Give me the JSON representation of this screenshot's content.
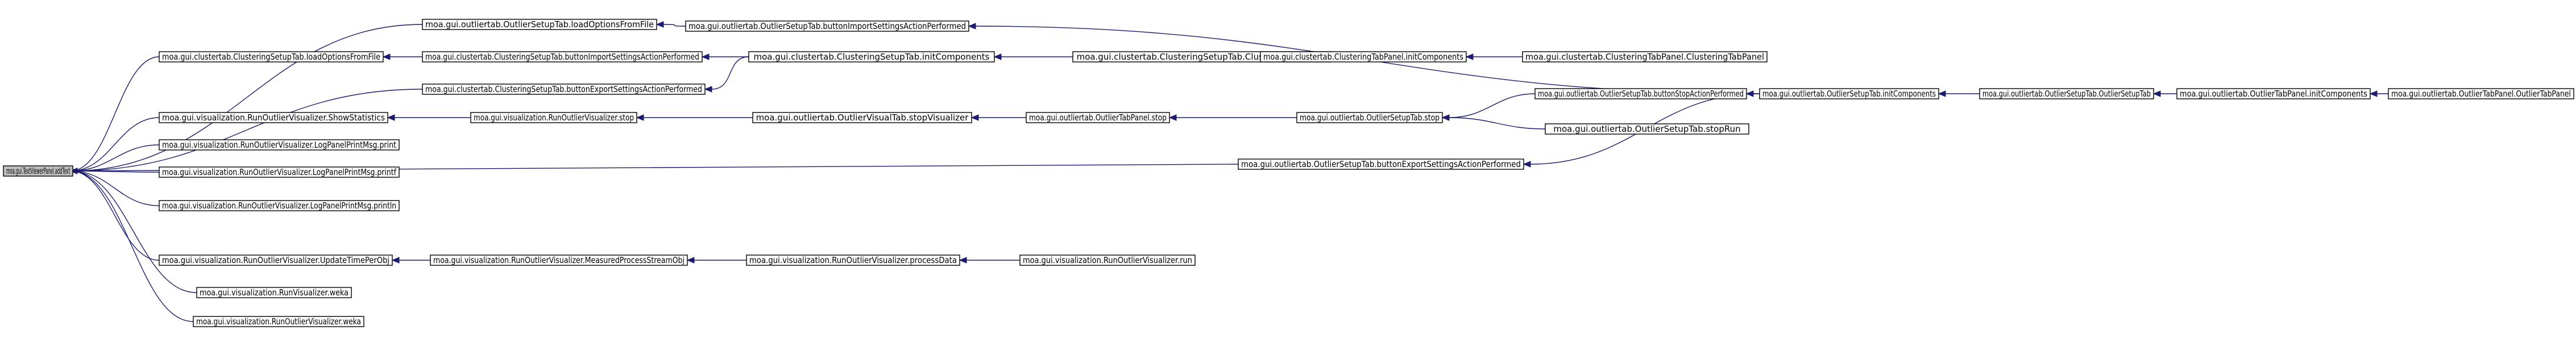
{
  "diagram": {
    "type": "call-graph",
    "nodes": [
      {
        "id": "n0",
        "label": "moa.gui.TextViewerPanel.addText"
      },
      {
        "id": "n1",
        "label": "moa.gui.outliertab.OutlierSetupTab.loadOptionsFromFile"
      },
      {
        "id": "n2",
        "label": "moa.gui.clustertab.ClusteringSetupTab.loadOptionsFromFile"
      },
      {
        "id": "n3",
        "label": "moa.gui.clustertab.ClusteringSetupTab.buttonExportSettingsActionPerformed"
      },
      {
        "id": "n4",
        "label": "moa.gui.visualization.RunOutlierVisualizer.ShowStatistics"
      },
      {
        "id": "n5",
        "label": "moa.gui.visualization.RunOutlierVisualizer.LogPanelPrintMsg.print"
      },
      {
        "id": "n6",
        "label": "moa.gui.visualization.RunOutlierVisualizer.LogPanelPrintMsg.printf"
      },
      {
        "id": "n7",
        "label": "moa.gui.visualization.RunOutlierVisualizer.LogPanelPrintMsg.println"
      },
      {
        "id": "n8",
        "label": "moa.gui.outliertab.OutlierSetupTab.buttonExportSettingsActionPerformed"
      },
      {
        "id": "n9",
        "label": "moa.gui.visualization.RunOutlierVisualizer.UpdateTimePerObj"
      },
      {
        "id": "n10",
        "label": "moa.gui.visualization.RunVisualizer.weka"
      },
      {
        "id": "n11",
        "label": "moa.gui.visualization.RunOutlierVisualizer.weka"
      },
      {
        "id": "n12",
        "label": "moa.gui.outliertab.OutlierSetupTab.buttonImportSettingsActionPerformed"
      },
      {
        "id": "n13",
        "label": "moa.gui.clustertab.ClusteringSetupTab.buttonImportSettingsActionPerformed"
      },
      {
        "id": "n14",
        "label": "moa.gui.clustertab.ClusteringSetupTab.initComponents"
      },
      {
        "id": "n15",
        "label": "moa.gui.clustertab.ClusteringSetupTab.ClusteringSetupTab"
      },
      {
        "id": "n16",
        "label": "moa.gui.clustertab.ClusteringTabPanel.initComponents"
      },
      {
        "id": "n17",
        "label": "moa.gui.clustertab.ClusteringTabPanel.ClusteringTabPanel"
      },
      {
        "id": "n18",
        "label": "moa.gui.visualization.RunOutlierVisualizer.stop"
      },
      {
        "id": "n19",
        "label": "moa.gui.outliertab.OutlierVisualTab.stopVisualizer"
      },
      {
        "id": "n20",
        "label": "moa.gui.outliertab.OutlierTabPanel.stop"
      },
      {
        "id": "n21",
        "label": "moa.gui.outliertab.OutlierSetupTab.stop"
      },
      {
        "id": "n22",
        "label": "moa.gui.outliertab.OutlierSetupTab.buttonStopActionPerformed"
      },
      {
        "id": "n23",
        "label": "moa.gui.outliertab.OutlierSetupTab.stopRun"
      },
      {
        "id": "n24",
        "label": "moa.gui.outliertab.OutlierSetupTab.initComponents"
      },
      {
        "id": "n25",
        "label": "moa.gui.outliertab.OutlierSetupTab.OutlierSetupTab"
      },
      {
        "id": "n26",
        "label": "moa.gui.outliertab.OutlierTabPanel.initComponents"
      },
      {
        "id": "n27",
        "label": "moa.gui.outliertab.OutlierTabPanel.OutlierTabPanel"
      },
      {
        "id": "n28",
        "label": "moa.gui.visualization.RunOutlierVisualizer.MeasuredProcessStreamObj"
      },
      {
        "id": "n29",
        "label": "moa.gui.visualization.RunOutlierVisualizer.processData"
      },
      {
        "id": "n30",
        "label": "moa.gui.visualization.RunOutlierVisualizer.run"
      }
    ],
    "edges": [
      {
        "from": "n1",
        "to": "n0"
      },
      {
        "from": "n2",
        "to": "n0"
      },
      {
        "from": "n3",
        "to": "n0"
      },
      {
        "from": "n4",
        "to": "n0"
      },
      {
        "from": "n5",
        "to": "n0"
      },
      {
        "from": "n6",
        "to": "n0"
      },
      {
        "from": "n7",
        "to": "n0"
      },
      {
        "from": "n8",
        "to": "n0"
      },
      {
        "from": "n9",
        "to": "n0"
      },
      {
        "from": "n10",
        "to": "n0"
      },
      {
        "from": "n11",
        "to": "n0"
      },
      {
        "from": "n12",
        "to": "n1"
      },
      {
        "from": "n13",
        "to": "n2"
      },
      {
        "from": "n14",
        "to": "n3"
      },
      {
        "from": "n14",
        "to": "n13"
      },
      {
        "from": "n15",
        "to": "n14"
      },
      {
        "from": "n16",
        "to": "n15"
      },
      {
        "from": "n17",
        "to": "n16"
      },
      {
        "from": "n18",
        "to": "n4"
      },
      {
        "from": "n19",
        "to": "n18"
      },
      {
        "from": "n20",
        "to": "n19"
      },
      {
        "from": "n21",
        "to": "n20"
      },
      {
        "from": "n22",
        "to": "n21"
      },
      {
        "from": "n23",
        "to": "n21"
      },
      {
        "from": "n24",
        "to": "n12"
      },
      {
        "from": "n24",
        "to": "n22"
      },
      {
        "from": "n24",
        "to": "n8"
      },
      {
        "from": "n25",
        "to": "n24"
      },
      {
        "from": "n26",
        "to": "n25"
      },
      {
        "from": "n27",
        "to": "n26"
      },
      {
        "from": "n28",
        "to": "n9"
      },
      {
        "from": "n29",
        "to": "n28"
      },
      {
        "from": "n30",
        "to": "n29"
      }
    ]
  }
}
